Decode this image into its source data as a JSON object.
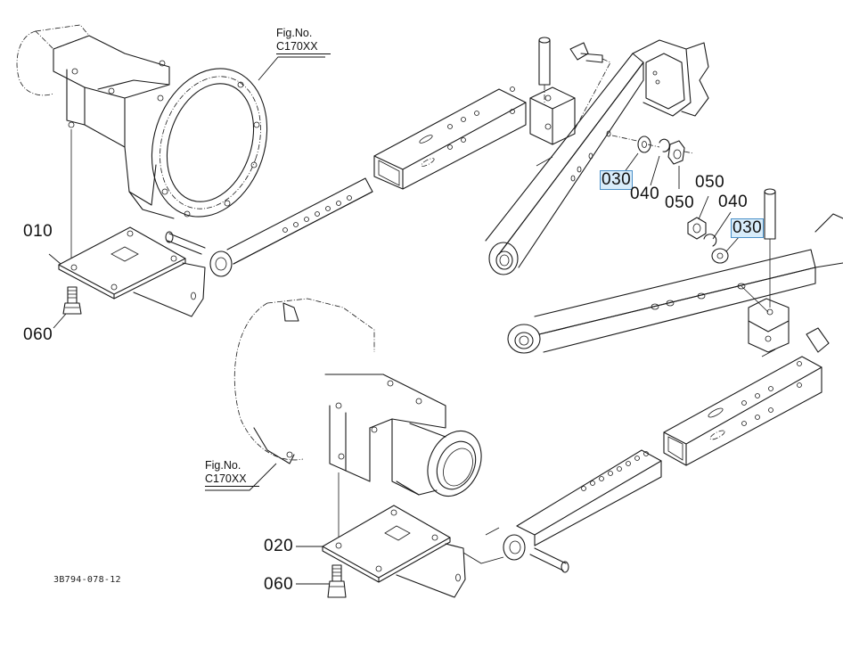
{
  "diagram": {
    "title": "Lower link and check chain parts exploded view",
    "drawing_code": "3B794-078-12",
    "figure_refs": [
      {
        "line1": "Fig.No.",
        "line2": "C170XX",
        "refers_to": "upper-left transmission housing"
      },
      {
        "line1": "Fig.No.",
        "line2": "C170XX",
        "refers_to": "center transmission housing"
      }
    ],
    "callouts": [
      {
        "id": "010",
        "text": "010",
        "part": "left bracket plate",
        "highlighted": false
      },
      {
        "id": "060a",
        "text": "060",
        "part": "bolt (left)",
        "highlighted": false
      },
      {
        "id": "030a",
        "text": "030",
        "part": "washer (upper)",
        "highlighted": true
      },
      {
        "id": "040a",
        "text": "040",
        "part": "spring washer (upper)",
        "highlighted": false
      },
      {
        "id": "050a",
        "text": "050",
        "part": "nut (upper)",
        "highlighted": false
      },
      {
        "id": "050b",
        "text": "050",
        "part": "nut (lower)",
        "highlighted": false
      },
      {
        "id": "040b",
        "text": "040",
        "part": "spring washer (lower)",
        "highlighted": false
      },
      {
        "id": "030b",
        "text": "030",
        "part": "washer (lower)",
        "highlighted": true
      },
      {
        "id": "020",
        "text": "020",
        "part": "right bracket plate",
        "highlighted": false
      },
      {
        "id": "060b",
        "text": "060",
        "part": "bolt (center)",
        "highlighted": false
      }
    ],
    "highlight_color": "#d8ecfa",
    "highlight_border": "#4a90c8"
  }
}
